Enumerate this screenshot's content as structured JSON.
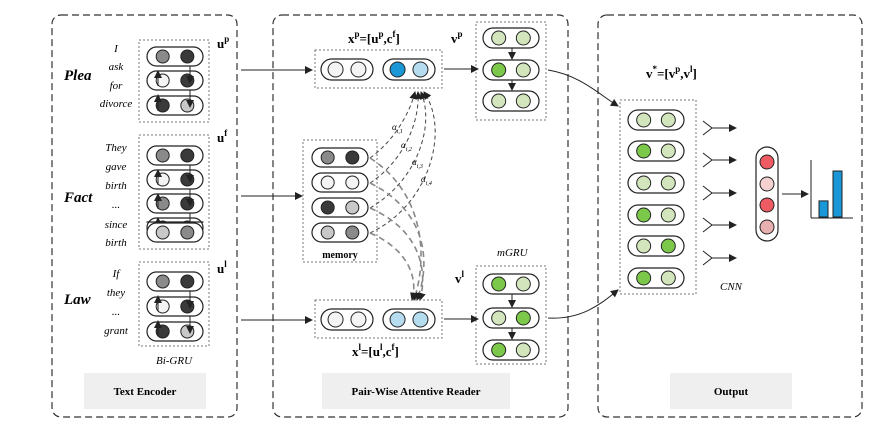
{
  "panels": {
    "encoder": {
      "button": "Text Encoder"
    },
    "reader": {
      "button": "Pair-Wise Attentive Reader"
    },
    "output": {
      "button": "Output"
    }
  },
  "encoder": {
    "plea": {
      "label": "Plea",
      "words": [
        "I",
        "ask",
        "for",
        "divorce"
      ],
      "vec": "u",
      "sup": "p"
    },
    "fact": {
      "label": "Fact",
      "words": [
        "They",
        "gave",
        "birth",
        "...",
        "since",
        "birth"
      ],
      "vec": "u",
      "sup": "f"
    },
    "law": {
      "label": "Law",
      "words": [
        "If",
        "they",
        "...",
        "grant"
      ],
      "vec": "u",
      "sup": "l"
    },
    "caption": "Bi-GRU"
  },
  "reader": {
    "xp": {
      "main": "x",
      "sup": "p",
      "rest": "=[u",
      "sup2": "p",
      "mid": ",c",
      "sup3": "f",
      "end": "]"
    },
    "xl": {
      "main": "x",
      "sup": "l",
      "rest": "=[u",
      "sup2": "l",
      "mid": ",c",
      "sup3": "f",
      "end": "]"
    },
    "vp": {
      "main": "v",
      "sup": "p"
    },
    "vl": {
      "main": "v",
      "sup": "l"
    },
    "mgru": "mGRU",
    "memory": "memory",
    "alphas": [
      {
        "base": "α",
        "sub": "i,1"
      },
      {
        "base": "α",
        "sub": "i,2"
      },
      {
        "base": "α",
        "sub": "i,3"
      },
      {
        "base": "α",
        "sub": "i,4"
      }
    ]
  },
  "output": {
    "vstar": {
      "main": "v",
      "sup": "*",
      "rest": "=[v",
      "sup2": "p",
      "mid": ",v",
      "sup3": "l",
      "end": "]"
    },
    "cnn": "CNN"
  },
  "colors": {
    "dark": "#3a3a3a",
    "mid": "#8a8a8a",
    "light": "#c8c8c8",
    "white": "#f4f4f4",
    "green": "#7cc84a",
    "paleGreen": "#d3e5bd",
    "blue": "#1a97d6",
    "paleBlue": "#b5dcef",
    "red": "#ef5b63",
    "paleRed": "#f4d1d1",
    "pinkRed": "#e8b0b0",
    "bar": "#1a97d6"
  },
  "bars": [
    0.35,
    1.0
  ]
}
